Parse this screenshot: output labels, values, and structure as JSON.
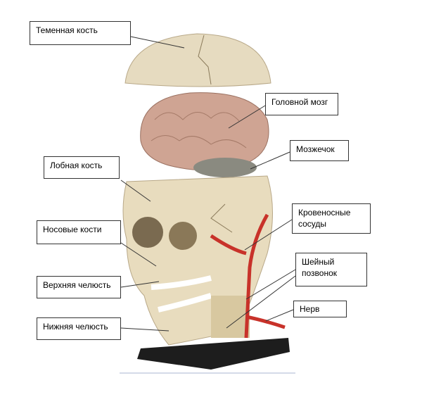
{
  "title": "Анатомическая модель черепа",
  "labels": {
    "parietal": "Теменная кость",
    "brain": "Головной мозг",
    "cerebellum": "Мозжечок",
    "frontal": "Лобная кость",
    "vessels": "Кровеносные сосуды",
    "nasal": "Носовые кости",
    "vertebra": "Шейный позвонок",
    "maxilla": "Верхняя челюсть",
    "nerve": "Нерв",
    "mandible": "Нижняя челюсть"
  },
  "colors": {
    "bone": "#e8dcc0",
    "brain": "#c9a08e",
    "vessel": "#c8322a",
    "base": "#222222"
  }
}
